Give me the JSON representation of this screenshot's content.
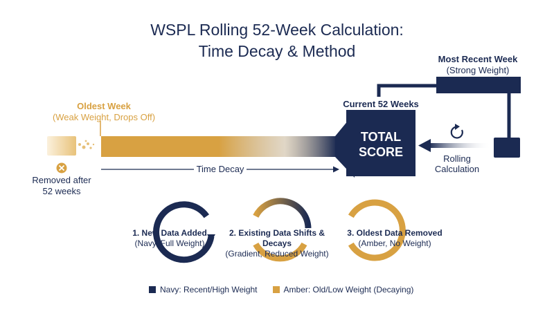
{
  "title": {
    "line1": "WSPL Rolling 52-Week Calculation:",
    "line2": "Time Decay & Method"
  },
  "colors": {
    "navy": "#1b2a52",
    "amber": "#d8a142",
    "amber_light": "#f0d9a8"
  },
  "oldest_week": {
    "title": "Oldest Week",
    "subtitle": "(Weak Weight, Drops Off)"
  },
  "removed": {
    "icon": "close-circle-icon",
    "line1": "Removed after",
    "line2": "52 weeks"
  },
  "time_decay_label": "Time Decay",
  "current_label": "Current 52 Weeks",
  "total_score": {
    "line1": "TOTAL",
    "line2": "SCORE"
  },
  "most_recent": {
    "title": "Most Recent Week",
    "subtitle": "(Strong Weight)"
  },
  "rolling": {
    "icon": "refresh-icon",
    "line1": "Rolling",
    "line2": "Calculation"
  },
  "steps": [
    {
      "title": "1. New Data Added",
      "subtitle": "(Navy, Full Weight)"
    },
    {
      "title": "2. Existing Data Shifts & Decays",
      "subtitle": "(Gradient, Reduced Weight)"
    },
    {
      "title": "3. Oldest Data Removed",
      "subtitle": "(Amber, No Weight)"
    }
  ],
  "legend": [
    {
      "label": "Navy: Recent/High Weight",
      "color": "#1b2a52"
    },
    {
      "label": "Amber: Old/Low Weight (Decaying)",
      "color": "#d8a142"
    }
  ]
}
